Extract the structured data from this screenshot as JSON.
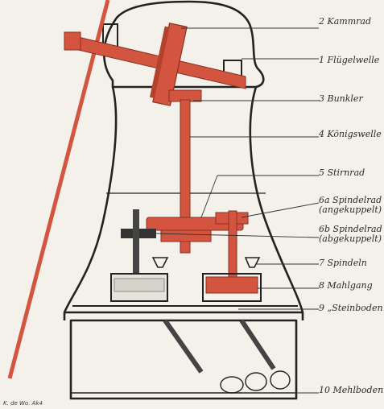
{
  "labels": [
    {
      "id": "kammrad",
      "lines": [
        "2 Kammrad"
      ]
    },
    {
      "id": "fluegelwelle",
      "lines": [
        "1 Flügelwelle"
      ]
    },
    {
      "id": "bunkler",
      "lines": [
        "3 Bunkler"
      ]
    },
    {
      "id": "koenigswelle",
      "lines": [
        "4 Königswelle"
      ]
    },
    {
      "id": "stirnrad",
      "lines": [
        "5 Stirnrad"
      ]
    },
    {
      "id": "spindelrad-a",
      "lines": [
        "6a Spindelrad",
        "(angekuppelt)"
      ]
    },
    {
      "id": "spindelrad-b",
      "lines": [
        "6b Spindelrad",
        "(abgekuppelt)"
      ]
    },
    {
      "id": "spindeln",
      "lines": [
        "7 Spindeln"
      ]
    },
    {
      "id": "mahlgang",
      "lines": [
        "8 Mahlgang"
      ]
    },
    {
      "id": "steinboden",
      "lines": [
        "9 „Steinboden"
      ]
    },
    {
      "id": "mehlboden",
      "lines": [
        "10 Mehlboden"
      ]
    }
  ],
  "credit": "K. de Wo. Ak4",
  "colors": {
    "mechanism": "#d4553f",
    "outline": "#222222",
    "background": "#f4f1ea",
    "leader": "#333333"
  }
}
